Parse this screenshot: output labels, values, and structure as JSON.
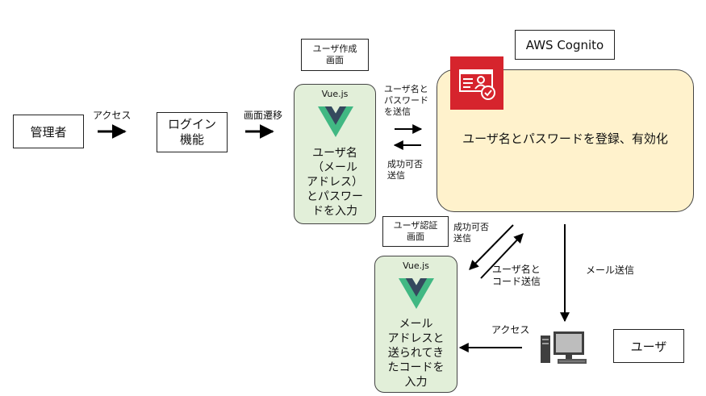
{
  "nodes": {
    "admin": "管理者",
    "login_line1": "ログイン",
    "login_line2": "機能",
    "create_screen_line1": "ユーザ作成",
    "create_screen_line2": "画面",
    "aws_cognito": "AWS Cognito",
    "cognito_text": "ユーザ名とパスワードを登録、有効化",
    "auth_screen_line1": "ユーザ認証",
    "auth_screen_line2": "画面",
    "user": "ユーザ"
  },
  "vue_top": {
    "title": "Vue.js",
    "lines": [
      "ユーザ名",
      "（メール",
      "アドレス）",
      "とパスワー",
      "ドを入力"
    ]
  },
  "vue_bottom": {
    "title": "Vue.js",
    "lines": [
      "メール",
      "アドレスと",
      "送られてき",
      "たコードを",
      "入力"
    ]
  },
  "edges": {
    "access_top": "アクセス",
    "screen_transition": "画面遷移",
    "send_credentials": [
      "ユーザ名と",
      "パスワード",
      "を送信"
    ],
    "result_top": [
      "成功可否",
      "送信"
    ],
    "result_bottom": [
      "成功可否",
      "送信"
    ],
    "send_code": [
      "ユーザ名と",
      "コード送信"
    ],
    "mail_send": "メール送信",
    "access_bottom": "アクセス"
  },
  "icons": {
    "cognito": "aws-cognito-icon",
    "vue": "vue-logo-icon",
    "computer": "desktop-computer-icon"
  },
  "colors": {
    "vue_panel": "#e2efd9",
    "cognito_panel": "#fff2cc",
    "cognito_icon": "#d6242d",
    "vue_green": "#41b883",
    "vue_dark": "#35495e"
  }
}
